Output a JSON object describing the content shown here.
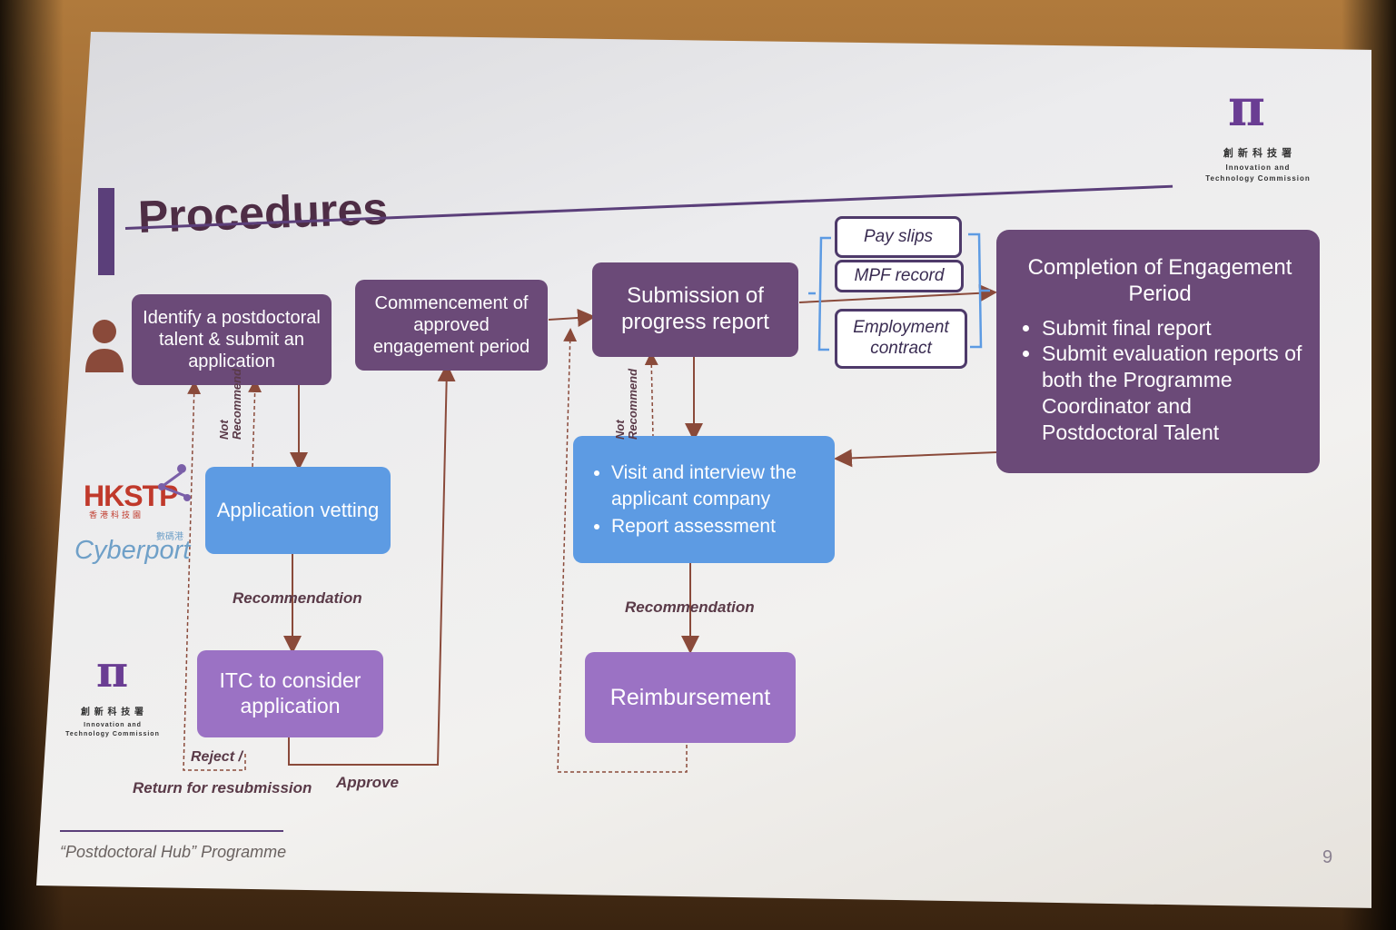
{
  "slide": {
    "title": "Procedures",
    "footer": "“Postdoctoral Hub” Programme",
    "page_number": "9"
  },
  "logos": {
    "itc_symbol": "π",
    "itc_chinese": "創 新 科 技 署",
    "itc_english_1": "Innovation and",
    "itc_english_2": "Technology Commission",
    "hkstp": "HKSTP",
    "hkstp_chinese": "香港科技園",
    "cyberport": "Cyberport",
    "cyberport_chinese": "數碼港"
  },
  "boxes": {
    "identify": "Identify a postdoctoral talent & submit an application",
    "commencement": "Commencement of approved engagement period",
    "submission": "Submission of progress report",
    "vetting": "Application vetting",
    "itc_consider": "ITC to consider application",
    "visit_items": [
      "Visit and interview the applicant company",
      "Report assessment"
    ],
    "reimbursement": "Reimbursement",
    "pay_slips": "Pay slips",
    "mpf_record": "MPF record",
    "employment_contract": "Employment contract",
    "completion_title": "Completion of Engagement Period",
    "completion_items": [
      "Submit final report",
      "Submit evaluation reports of both the Programme Coordinator and Postdoctoral Talent"
    ]
  },
  "labels": {
    "not_recommend_1": "Not Recommend",
    "not_recommend_2": "Not Recommend",
    "recommendation_1": "Recommendation",
    "recommendation_2": "Recommendation",
    "reject": "Reject /",
    "return": "Return for resubmission",
    "approve": "Approve"
  },
  "colors": {
    "dark_purple": "#6b4a78",
    "light_purple": "#9b72c4",
    "blue": "#5d9be3",
    "arrow": "#8a4a3a"
  },
  "icons": [
    "person-icon"
  ]
}
